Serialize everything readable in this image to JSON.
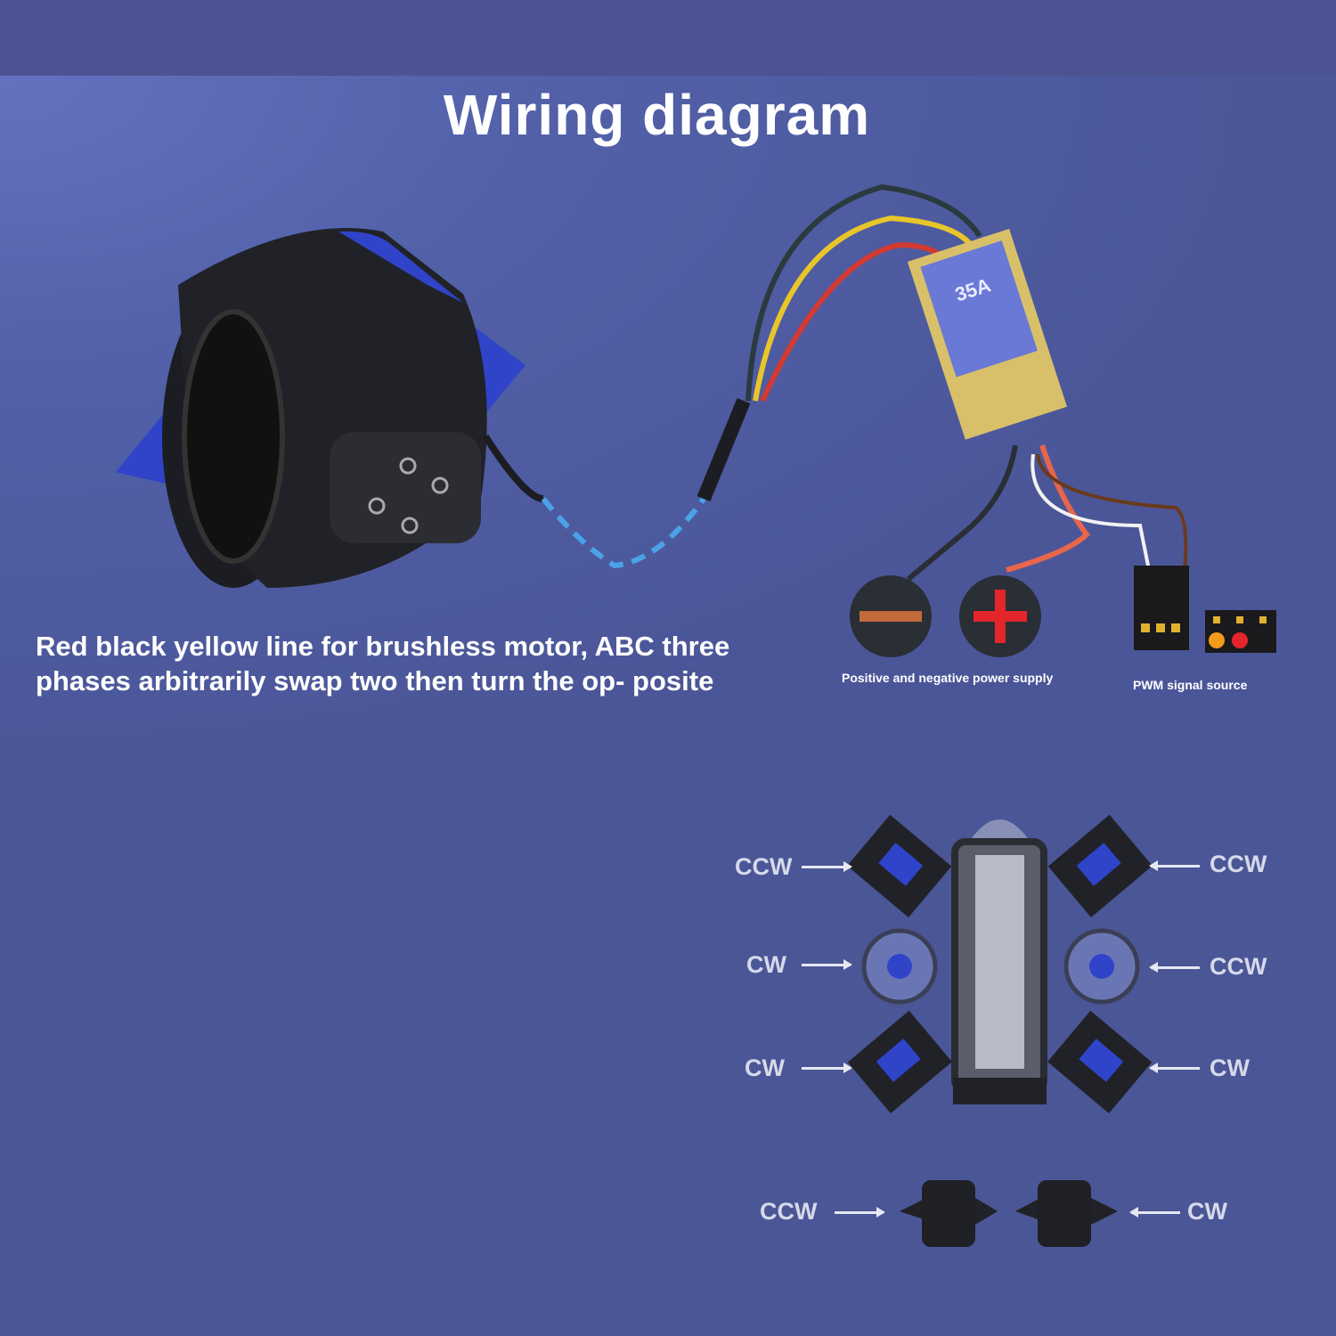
{
  "title": "Wiring diagram",
  "description": "Red black yellow line for brushless motor, ABC three phases arbitrarily swap two then turn the op- posite",
  "esc": {
    "rating": "35A"
  },
  "labels": {
    "power_supply": "Positive and negative power supply",
    "pwm": "PWM signal source"
  },
  "rov_directions": {
    "left": [
      "CCW",
      "CW",
      "CW"
    ],
    "right": [
      "CCW",
      "CCW",
      "CW"
    ],
    "bottom_left": "CCW",
    "bottom_right": "CW"
  },
  "colors": {
    "background": "#4a5595",
    "wire_red": "#d23a32",
    "wire_yellow": "#e8c62a",
    "wire_black": "#2a2e35",
    "dashed": "#4aa3e8"
  }
}
